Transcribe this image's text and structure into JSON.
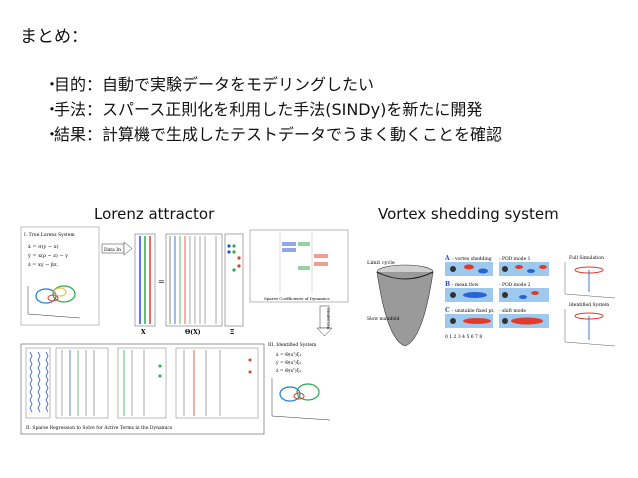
{
  "slide": {
    "title": "まとめ：",
    "bullets": [
      "目的：自動で実験データをモデリングしたい",
      "手法：スパース正則化を利用した手法(SINDy)を新たに開発",
      "結果：計算機で生成したテストデータでうまく動くことを確認"
    ],
    "bullet_marker": "・",
    "captions": {
      "left": "Lorenz attractor",
      "right": "Vortex shedding system"
    }
  },
  "lorenz_figure": {
    "panel_i": "I. True Lorenz System",
    "eq1": "ẋ = σ(y − x)",
    "eq2": "ẏ = x(ρ − z) − y",
    "eq3": "ż = xy − βz,",
    "data_in": "Data In",
    "x_label": "X",
    "theta_label": "Θ(X)",
    "xi_label": "Ξ",
    "sparse_label": "Sparse Coefficients of Dynamics",
    "model_out": "Model Out",
    "panel_iii": "III. Identified System",
    "id_eq1": "ẋ = Θ(xᵀ)ξ₁",
    "id_eq2": "ẏ = Θ(xᵀ)ξ₂",
    "id_eq3": "ż = Θ(xᵀ)ξ₃",
    "panel_ii": "II. Sparse Regression to Solve for Active Terms in the Dynamics"
  },
  "vortex_figure": {
    "limit_cycle": "Limit cycle",
    "slow_manifold": "Slow manifold",
    "a_label": "A",
    "a_text": "- vortex shedding",
    "b_label": "B",
    "b_text": "- mean flow",
    "c_label": "C",
    "c_text": "- unstable fixed pt.",
    "pod1": "- POD mode 1",
    "pod2": "- POD mode 2",
    "shift": "- shift mode",
    "full_sim": "Full Simulation",
    "id_sys": "Identified System",
    "ticks": "0 1 2 3 4 5 6 7 8"
  }
}
